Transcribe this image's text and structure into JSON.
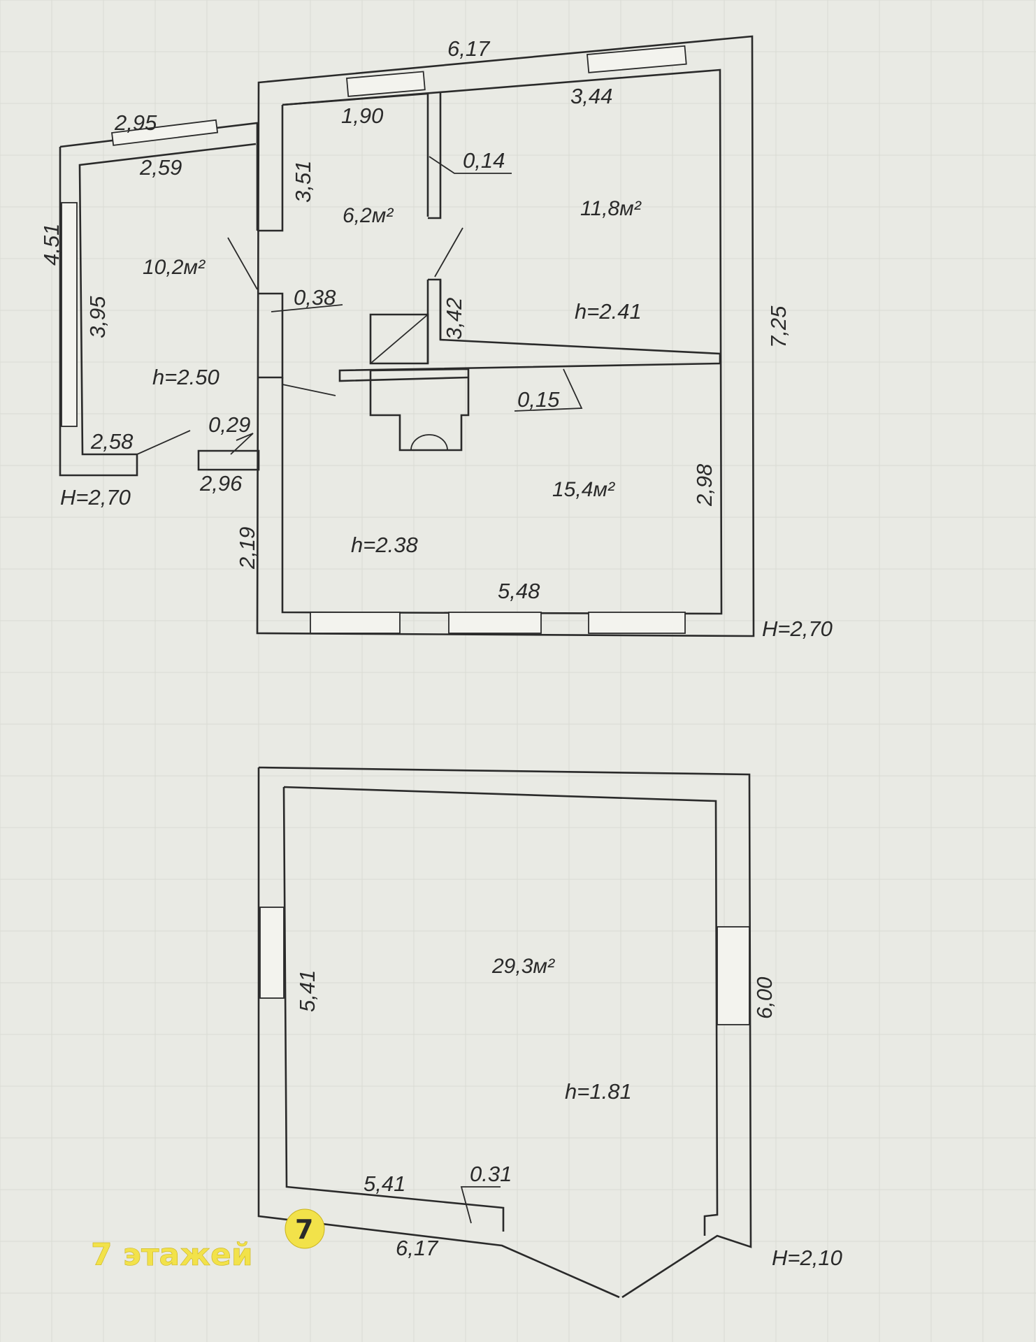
{
  "floor1": {
    "dims": {
      "top_total": "6,17",
      "top_left_wing": "2,95",
      "left_inner_top": "2,59",
      "left_outer": "4,51",
      "left_inner": "3,95",
      "left_bottom": "2,58",
      "wall_029": "0,29",
      "bottom_296": "2,96",
      "vert_219": "2,19",
      "hall_top": "1,90",
      "hall_side": "3,51",
      "wall_014": "0,14",
      "room_top": "3,44",
      "wall_038": "0,38",
      "vert_342": "3,42",
      "wall_015": "0,15",
      "right_total": "7,25",
      "bottom_548": "5,48",
      "right_298": "2,98"
    },
    "rooms": [
      {
        "area": "10,2м²",
        "height": "h=2.50"
      },
      {
        "area": "6,2м²",
        "height": ""
      },
      {
        "area": "11,8м²",
        "height": "h=2.41"
      },
      {
        "area": "15,4м²",
        "height": "h=2.38"
      }
    ],
    "outer_height_main": "H=2,70",
    "outer_height_wing": "H=2,70"
  },
  "floor2": {
    "area": "29,3м²",
    "height": "h=1.81",
    "dims": {
      "left": "5,41",
      "right": "6,00",
      "bottom_inner": "5,41",
      "wall_031": "0.31",
      "bottom_outer": "6,17"
    },
    "outer_height": "H=2,10"
  },
  "watermark": {
    "text": "7 этажей",
    "logo_char": "7",
    "color": "#f2e24a"
  }
}
